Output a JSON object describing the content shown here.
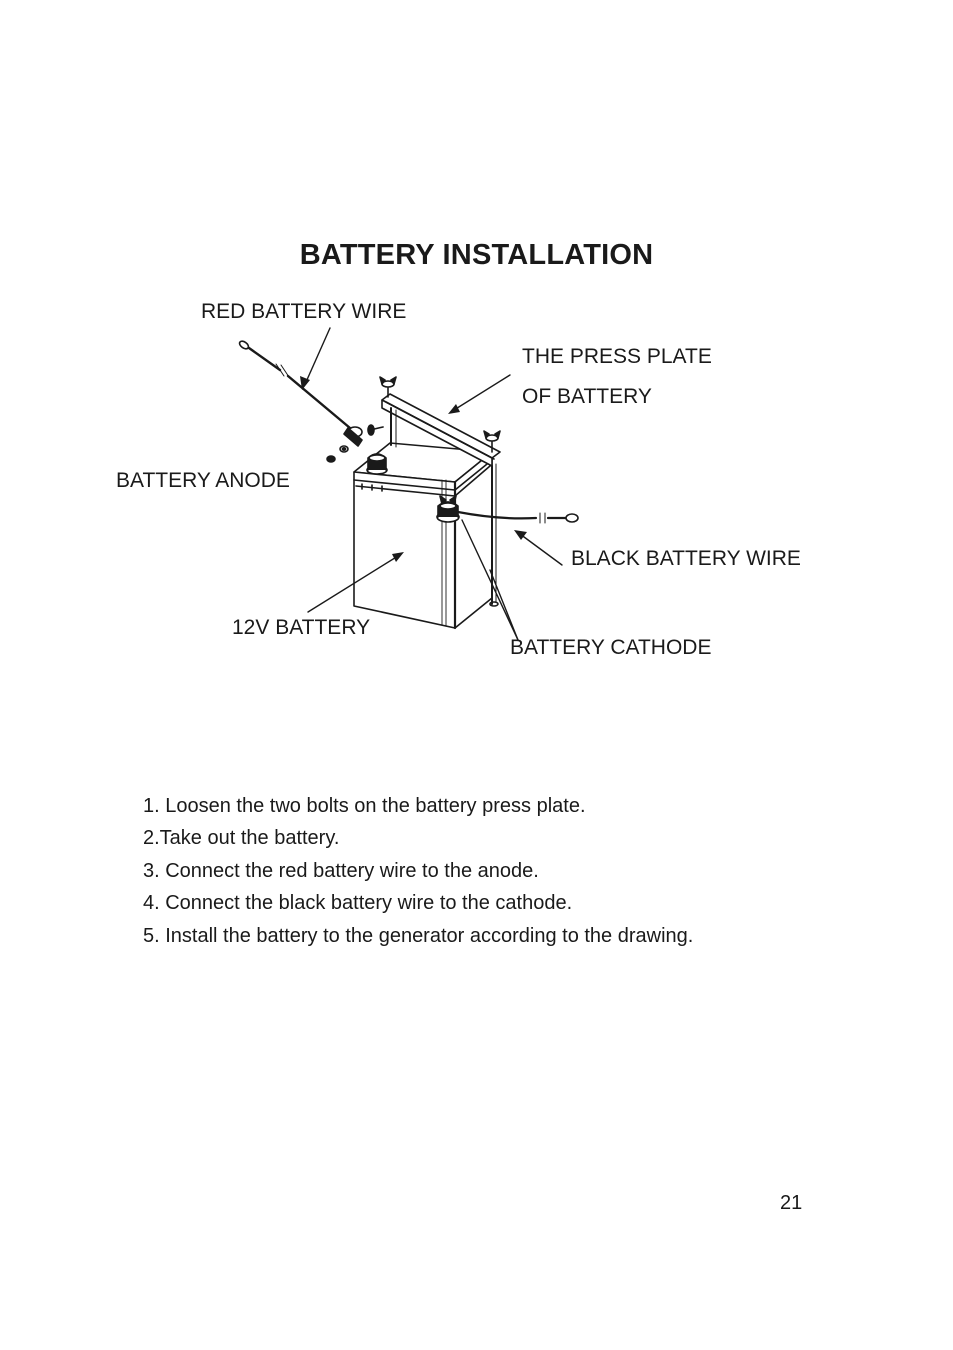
{
  "page": {
    "title": "BATTERY INSTALLATION",
    "page_number": "21"
  },
  "diagram": {
    "labels": {
      "red_wire": "RED BATTERY WIRE",
      "press_plate_line1": "THE PRESS PLATE",
      "press_plate_line2": "OF BATTERY",
      "anode": "BATTERY ANODE",
      "black_wire": "BLACK BATTERY WIRE",
      "battery": "12V BATTERY",
      "cathode": "BATTERY CATHODE"
    }
  },
  "steps": [
    "1. Loosen the two bolts on the battery press plate.",
    "2.Take out the battery.",
    "3. Connect the red battery wire to the anode.",
    "4. Connect the black battery wire to the cathode.",
    "5. Install the battery to the generator according to the drawing."
  ]
}
